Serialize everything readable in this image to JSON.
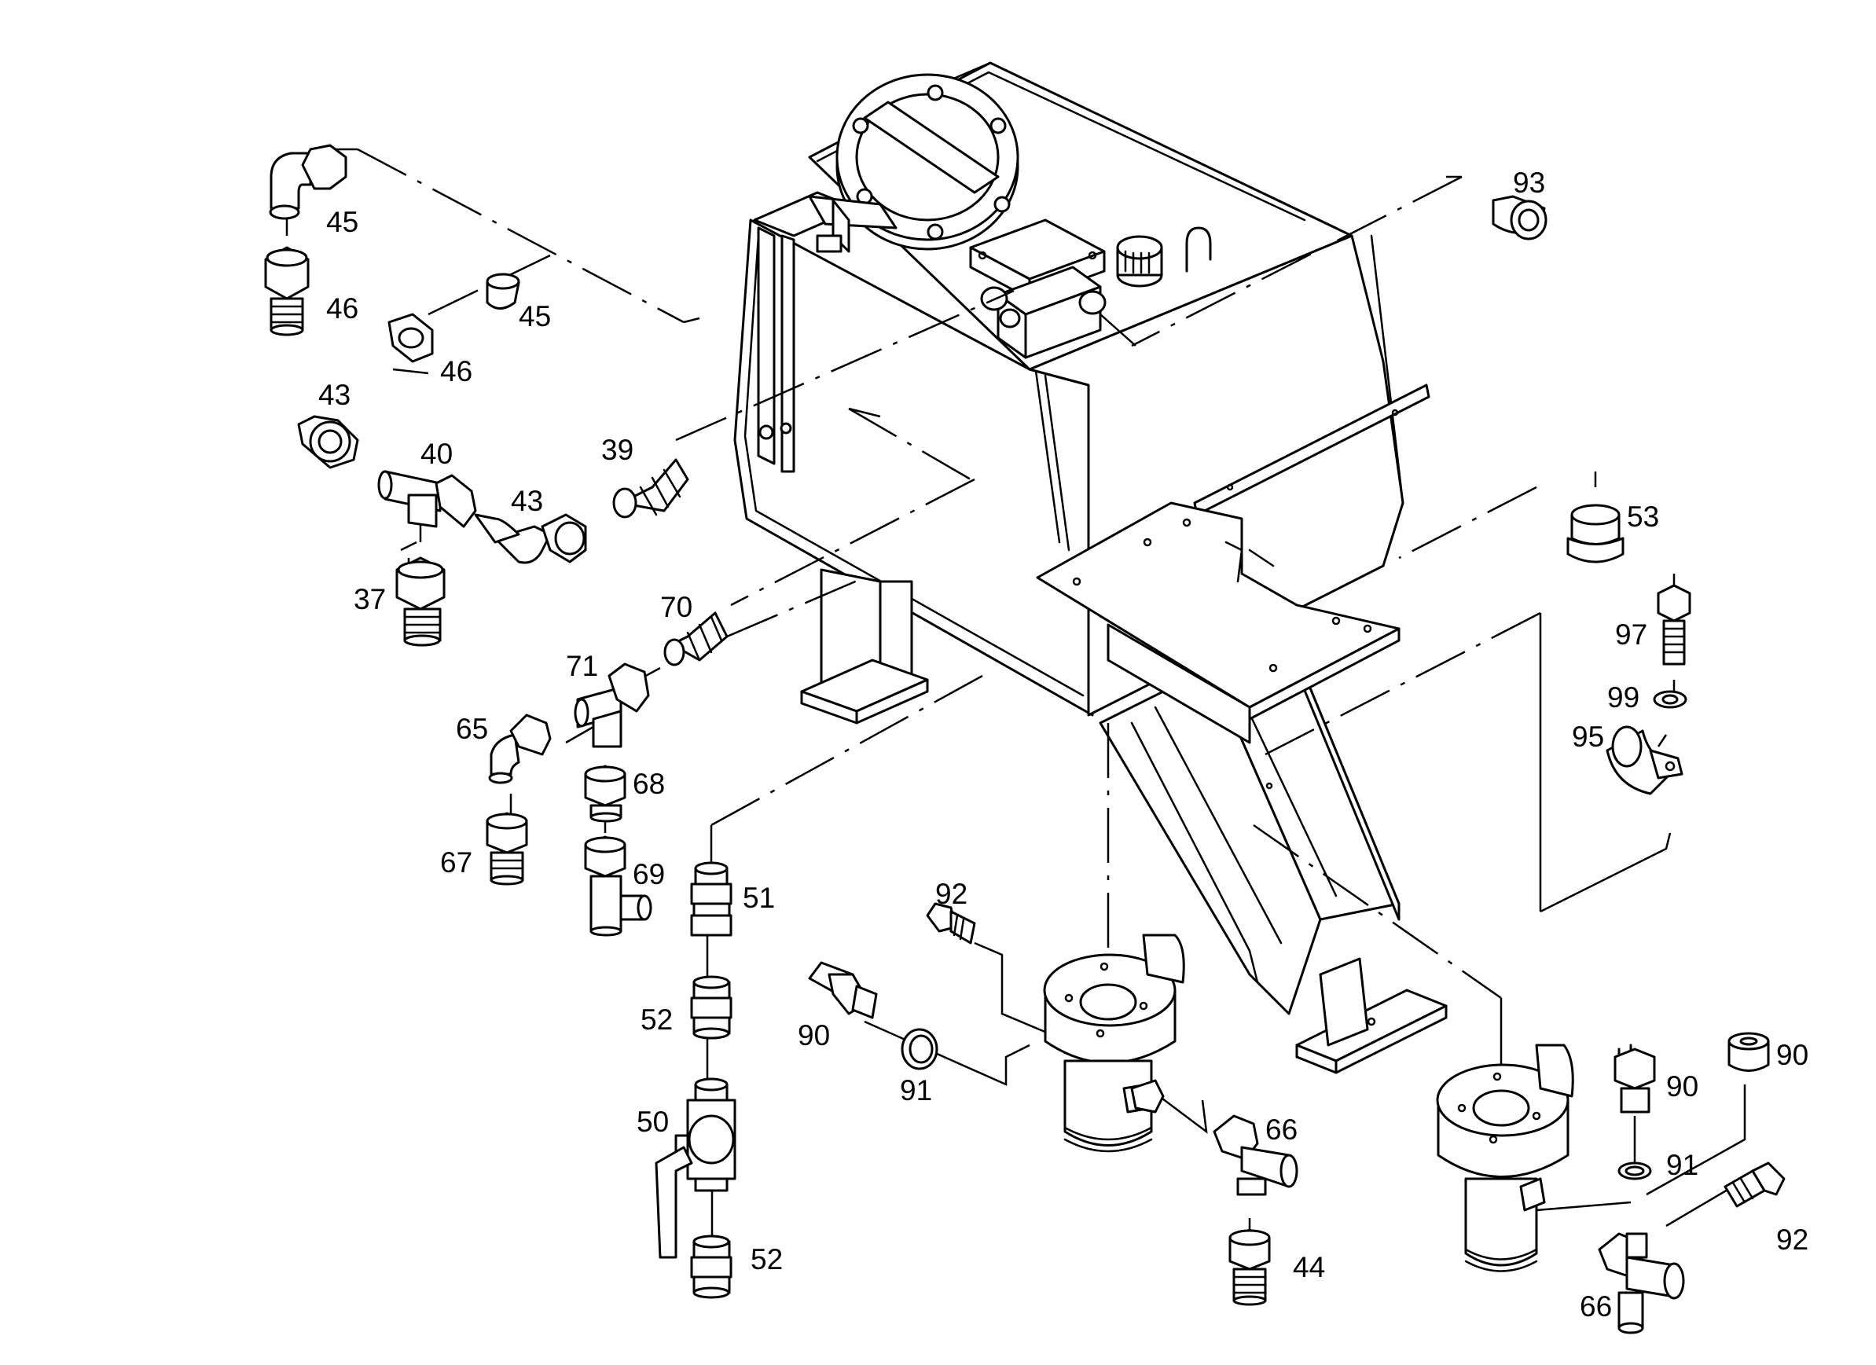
{
  "part_labels": [
    {
      "id": "lbl-45a",
      "text": "45"
    },
    {
      "id": "lbl-46a",
      "text": "46"
    },
    {
      "id": "lbl-45b",
      "text": "45"
    },
    {
      "id": "lbl-46b",
      "text": "46"
    },
    {
      "id": "lbl-93",
      "text": "93"
    },
    {
      "id": "lbl-43a",
      "text": "43"
    },
    {
      "id": "lbl-40",
      "text": "40"
    },
    {
      "id": "lbl-39",
      "text": "39"
    },
    {
      "id": "lbl-43b",
      "text": "43"
    },
    {
      "id": "lbl-37",
      "text": "37"
    },
    {
      "id": "lbl-53",
      "text": "53"
    },
    {
      "id": "lbl-70",
      "text": "70"
    },
    {
      "id": "lbl-97",
      "text": "97"
    },
    {
      "id": "lbl-71",
      "text": "71"
    },
    {
      "id": "lbl-99",
      "text": "99"
    },
    {
      "id": "lbl-65",
      "text": "65"
    },
    {
      "id": "lbl-95",
      "text": "95"
    },
    {
      "id": "lbl-68",
      "text": "68"
    },
    {
      "id": "lbl-67",
      "text": "67"
    },
    {
      "id": "lbl-69",
      "text": "69"
    },
    {
      "id": "lbl-51",
      "text": "51"
    },
    {
      "id": "lbl-92a",
      "text": "92"
    },
    {
      "id": "lbl-52a",
      "text": "52"
    },
    {
      "id": "lbl-90a",
      "text": "90"
    },
    {
      "id": "lbl-91a",
      "text": "91"
    },
    {
      "id": "lbl-90b",
      "text": "90"
    },
    {
      "id": "lbl-90c",
      "text": "90"
    },
    {
      "id": "lbl-50",
      "text": "50"
    },
    {
      "id": "lbl-66a",
      "text": "66"
    },
    {
      "id": "lbl-91b",
      "text": "91"
    },
    {
      "id": "lbl-92b",
      "text": "92"
    },
    {
      "id": "lbl-52b",
      "text": "52"
    },
    {
      "id": "lbl-44",
      "text": "44"
    },
    {
      "id": "lbl-66b",
      "text": "66"
    }
  ]
}
